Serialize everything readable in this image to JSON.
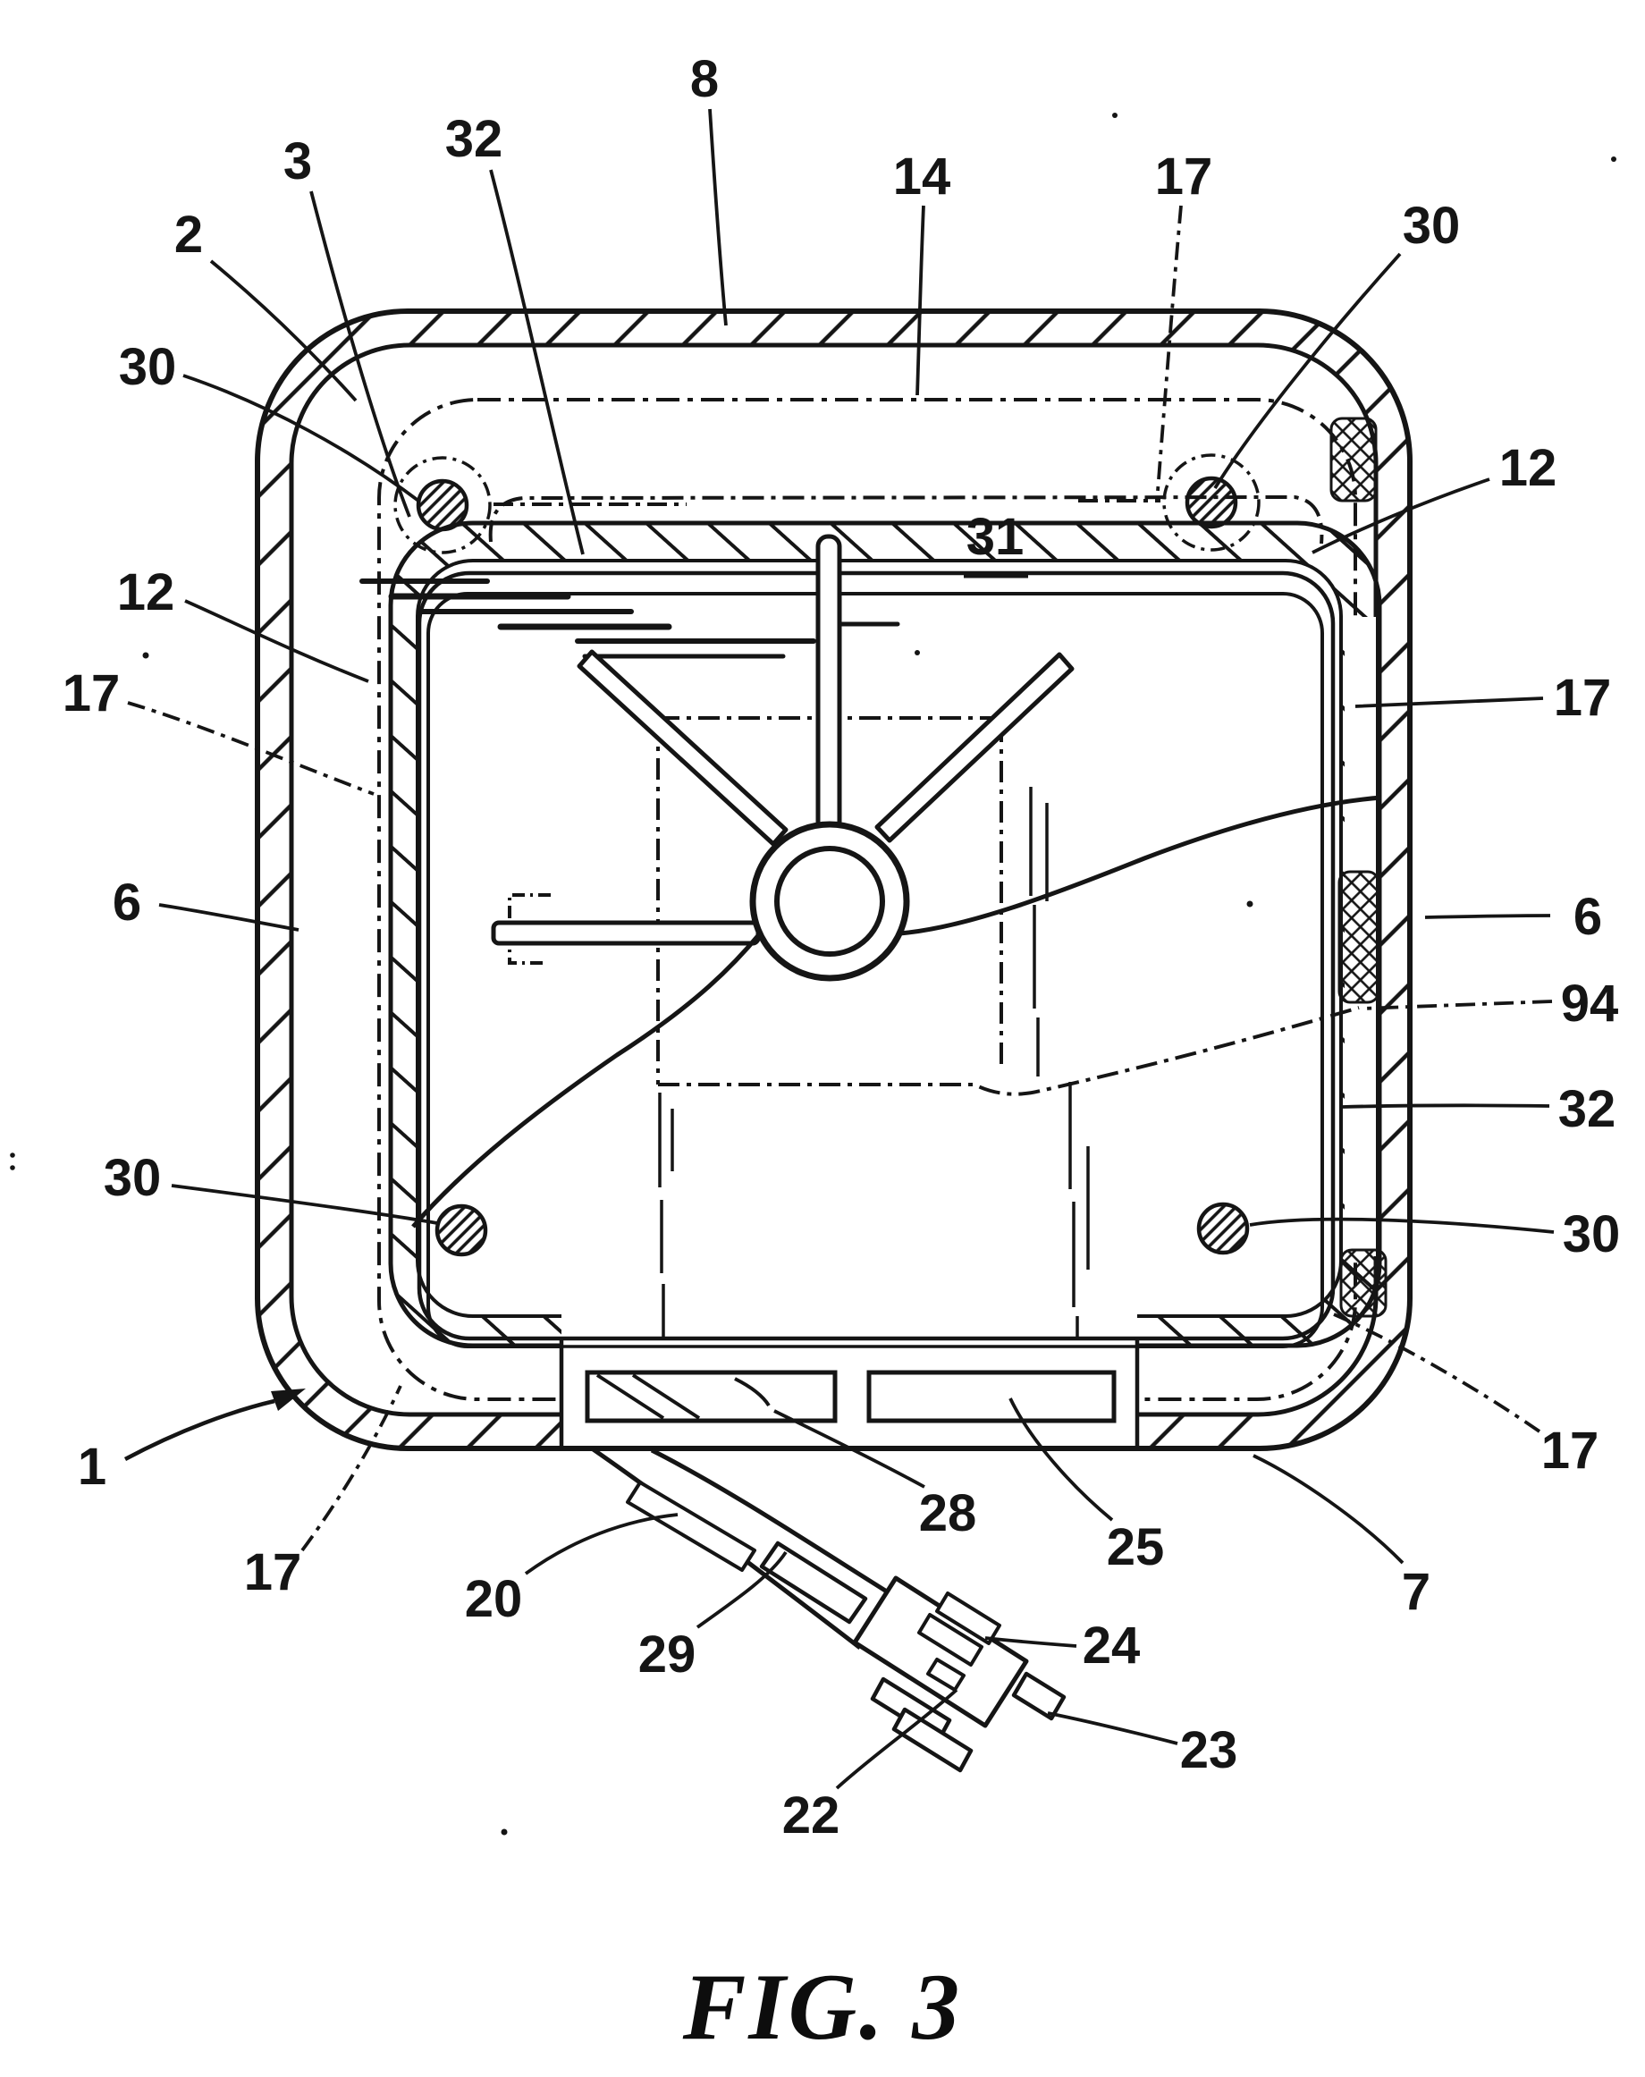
{
  "figure": {
    "title": "FIG. 3"
  },
  "colors": {
    "ink": "#151515",
    "paper": "#ffffff"
  },
  "labels": [
    {
      "id": "2-top",
      "text": "2"
    },
    {
      "id": "3-top",
      "text": "3"
    },
    {
      "id": "32-top",
      "text": "32"
    },
    {
      "id": "8-top",
      "text": "8"
    },
    {
      "id": "14-top",
      "text": "14"
    },
    {
      "id": "17-top",
      "text": "17"
    },
    {
      "id": "30-top-right",
      "text": "30"
    },
    {
      "id": "30-top-left",
      "text": "30"
    },
    {
      "id": "12-left",
      "text": "12"
    },
    {
      "id": "17-left",
      "text": "17"
    },
    {
      "id": "6-left",
      "text": "6"
    },
    {
      "id": "30-bottom-left",
      "text": "30"
    },
    {
      "id": "1-pointer",
      "text": "1"
    },
    {
      "id": "17-bottom-left",
      "text": "17"
    },
    {
      "id": "12-right",
      "text": "12"
    },
    {
      "id": "17-right",
      "text": "17"
    },
    {
      "id": "6-right",
      "text": "6"
    },
    {
      "id": "94-right",
      "text": "94"
    },
    {
      "id": "32-right",
      "text": "32"
    },
    {
      "id": "30-bottom-right",
      "text": "30"
    },
    {
      "id": "17-bottom-right",
      "text": "17"
    },
    {
      "id": "7-bottom",
      "text": "7"
    },
    {
      "id": "20-bottom",
      "text": "20"
    },
    {
      "id": "29-bottom",
      "text": "29"
    },
    {
      "id": "28-bottom",
      "text": "28"
    },
    {
      "id": "25-bottom",
      "text": "25"
    },
    {
      "id": "24-bottom",
      "text": "24"
    },
    {
      "id": "22-bottom",
      "text": "22"
    },
    {
      "id": "23-bottom",
      "text": "23"
    },
    {
      "id": "31-interior",
      "text": "31"
    }
  ]
}
